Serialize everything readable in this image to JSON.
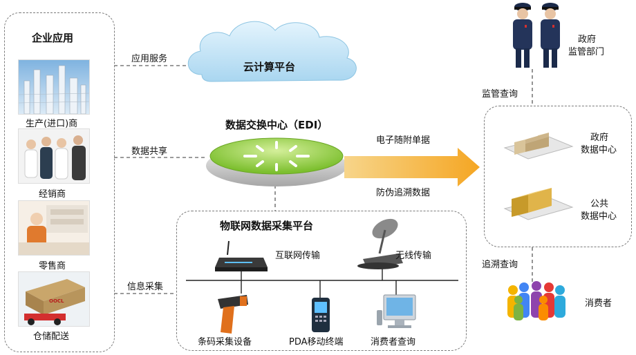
{
  "enterprise": {
    "title": "企业应用",
    "items": [
      {
        "label": "生产(进口)商",
        "icon": "factory-image"
      },
      {
        "label": "经销商",
        "icon": "business-people-image"
      },
      {
        "label": "零售商",
        "icon": "retail-image"
      },
      {
        "label": "仓储配送",
        "icon": "warehouse-forklift-image"
      }
    ]
  },
  "cloud": {
    "label": "云计算平台",
    "link_label": "应用服务"
  },
  "edi": {
    "title": "数据交换中心（EDI）",
    "link_label": "数据共享"
  },
  "arrow": {
    "top_label": "电子随附单据",
    "bottom_label": "防伪追溯数据"
  },
  "iot": {
    "title": "物联网数据采集平台",
    "link_label": "信息采集",
    "internet_label": "互联网传输",
    "wireless_label": "无线传输",
    "devices": [
      "条码采集设备",
      "PDA移动终端",
      "消费者查询"
    ]
  },
  "government": {
    "label_line1": "政府",
    "label_line2": "监管部门",
    "query_label": "监管查询"
  },
  "data_centers": [
    {
      "line1": "政府",
      "line2": "数据中心"
    },
    {
      "line1": "公共",
      "line2": "数据中心"
    }
  ],
  "consumers": {
    "label": "消费者",
    "query_label": "追溯查询"
  },
  "colors": {
    "arrow": "#f5a623",
    "edi_green": "#8cc63f",
    "cloud": "#bfe3f7",
    "dash": "#7a7a7a"
  }
}
